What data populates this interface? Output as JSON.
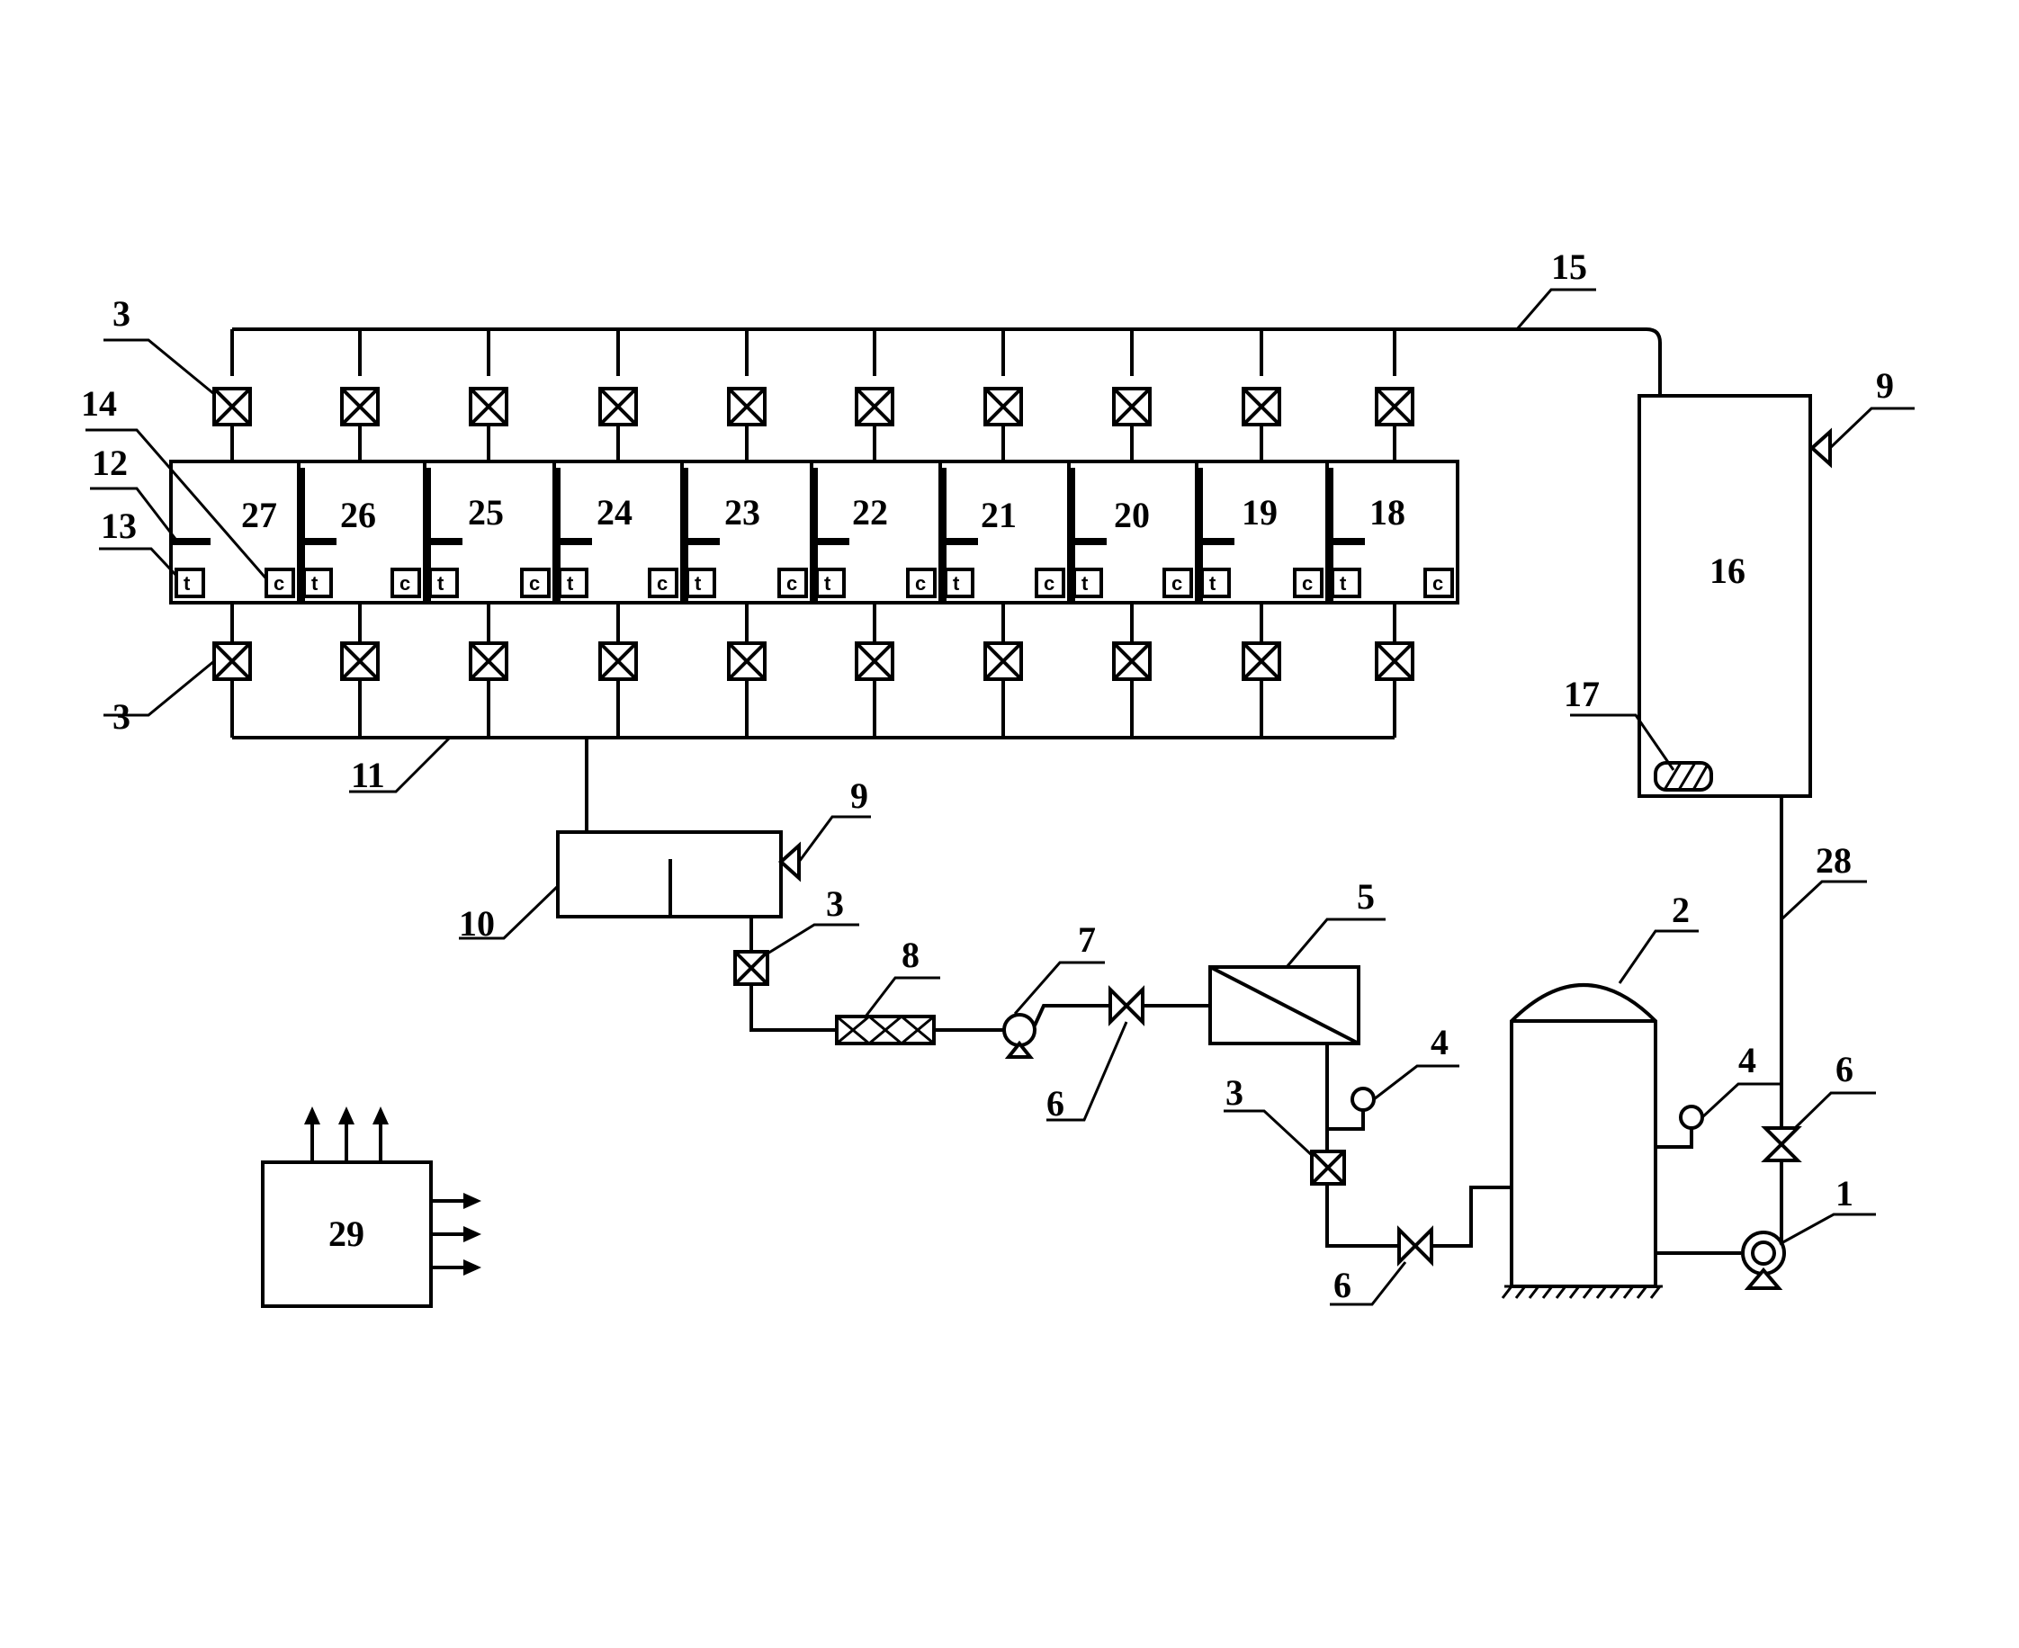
{
  "labels": {
    "pump": "1",
    "tank": "2",
    "valve_x": "3",
    "gauge": "4",
    "filter": "5",
    "valve_bowtie": "6",
    "small_pump": "7",
    "filter_element": "8",
    "vent": "9",
    "collector": "10",
    "bottom_header": "11",
    "item12": "12",
    "item13": "13",
    "item14": "14",
    "top_header": "15",
    "column": "16",
    "item17": "17",
    "pipe28": "28",
    "controller": "29"
  },
  "chambers": [
    "27",
    "26",
    "25",
    "24",
    "23",
    "22",
    "21",
    "20",
    "19",
    "18"
  ],
  "sensors": {
    "t": "t",
    "c": "c"
  },
  "colors": {
    "line": "#000000",
    "background": "#ffffff"
  },
  "icons": [
    "x-valve-icon",
    "bowtie-valve-icon",
    "pump-icon",
    "gauge-icon",
    "vent-icon",
    "arrow-icon"
  ]
}
